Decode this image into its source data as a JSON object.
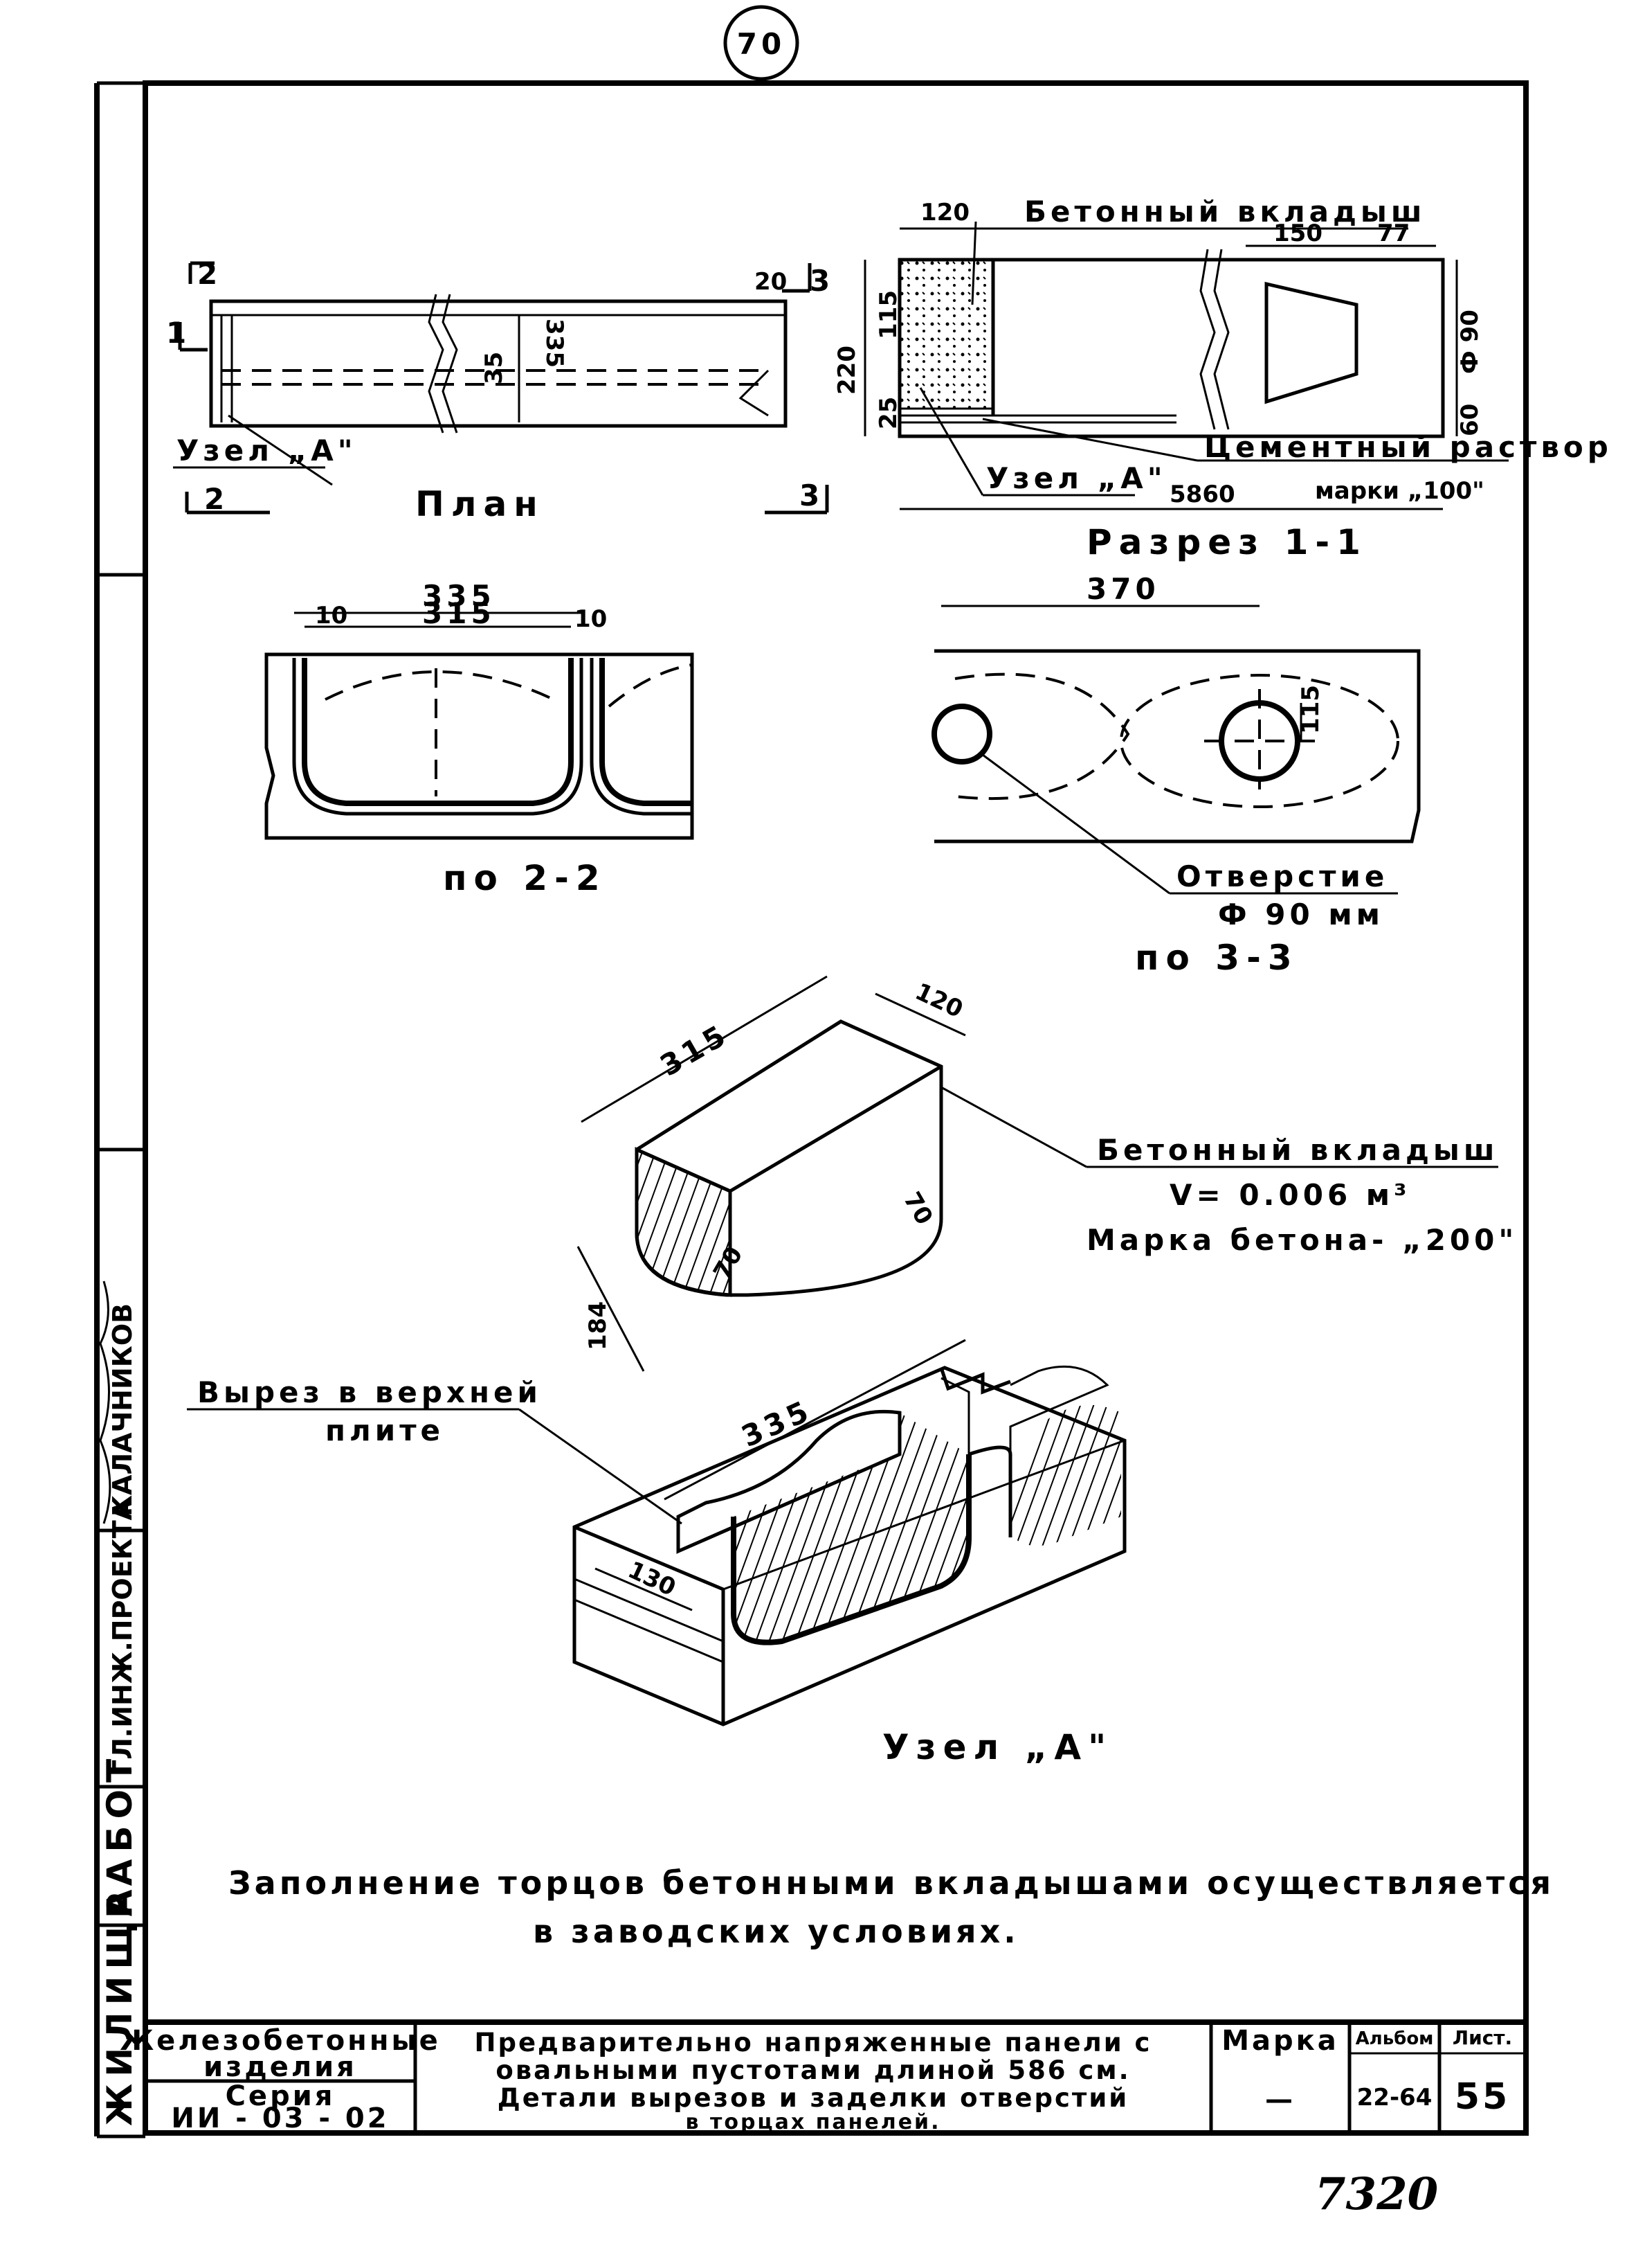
{
  "sheet": {
    "page_mark": "70",
    "archive_number": "7320",
    "side_stamp": [
      "ЖИЛИЩА",
      "РАБОТ",
      "ГЛ.ИНЖ.ПРОЕКТА",
      "КАЛАЧНИКОВ"
    ]
  },
  "plan": {
    "caption": "План",
    "section_marks": [
      "2",
      "1",
      "3"
    ],
    "dims": [
      "20",
      "335",
      "35"
    ],
    "node_label": "Узел „А\""
  },
  "section11": {
    "caption": "Разрез 1-1",
    "dims": [
      "120",
      "150",
      "77",
      "220",
      "115",
      "25",
      "Ф 90",
      "60",
      "5860"
    ],
    "label_insert": "Бетонный вкладыш",
    "label_mortar": "Цементный раствор",
    "label_mortar2": "марки „100\"",
    "node_label": "Узел „А\""
  },
  "view22": {
    "caption": "по 2-2",
    "dims": [
      "335",
      "315",
      "10",
      "10"
    ]
  },
  "view33": {
    "caption": "по 3-3",
    "dims": [
      "370",
      "115"
    ],
    "hole_label": "Отверстие",
    "hole_size": "Ф 90 мм"
  },
  "insert": {
    "label": "Бетонный вкладыш",
    "volume": "V= 0.006 м³",
    "concrete": "Марка бетона- „200\"",
    "dims": [
      "315",
      "120",
      "70",
      "70",
      "184"
    ]
  },
  "node": {
    "caption": "Узел „А\"",
    "cutout_label": "Вырез в верхней",
    "cutout_label2": "плите",
    "dims": [
      "335",
      "130"
    ]
  },
  "note": {
    "line1": "Заполнение торцов бетонными вкладышами осуществляется",
    "line2": "в заводских условиях."
  },
  "title_block": {
    "product": [
      "Железобетонные",
      "изделия"
    ],
    "series_label": "Серия",
    "series": "ИИ - 03 - 02",
    "title": [
      "Предварительно напряженные панели с",
      "овальными пустотами длиной 586 см.",
      "Детали вырезов и заделки отверстий",
      "в торцах панелей."
    ],
    "mark_label": "Марка",
    "mark_value": "—",
    "album_label": "Альбом",
    "album_value": "22-64",
    "sheet_label": "Лист.",
    "sheet_value": "55"
  }
}
